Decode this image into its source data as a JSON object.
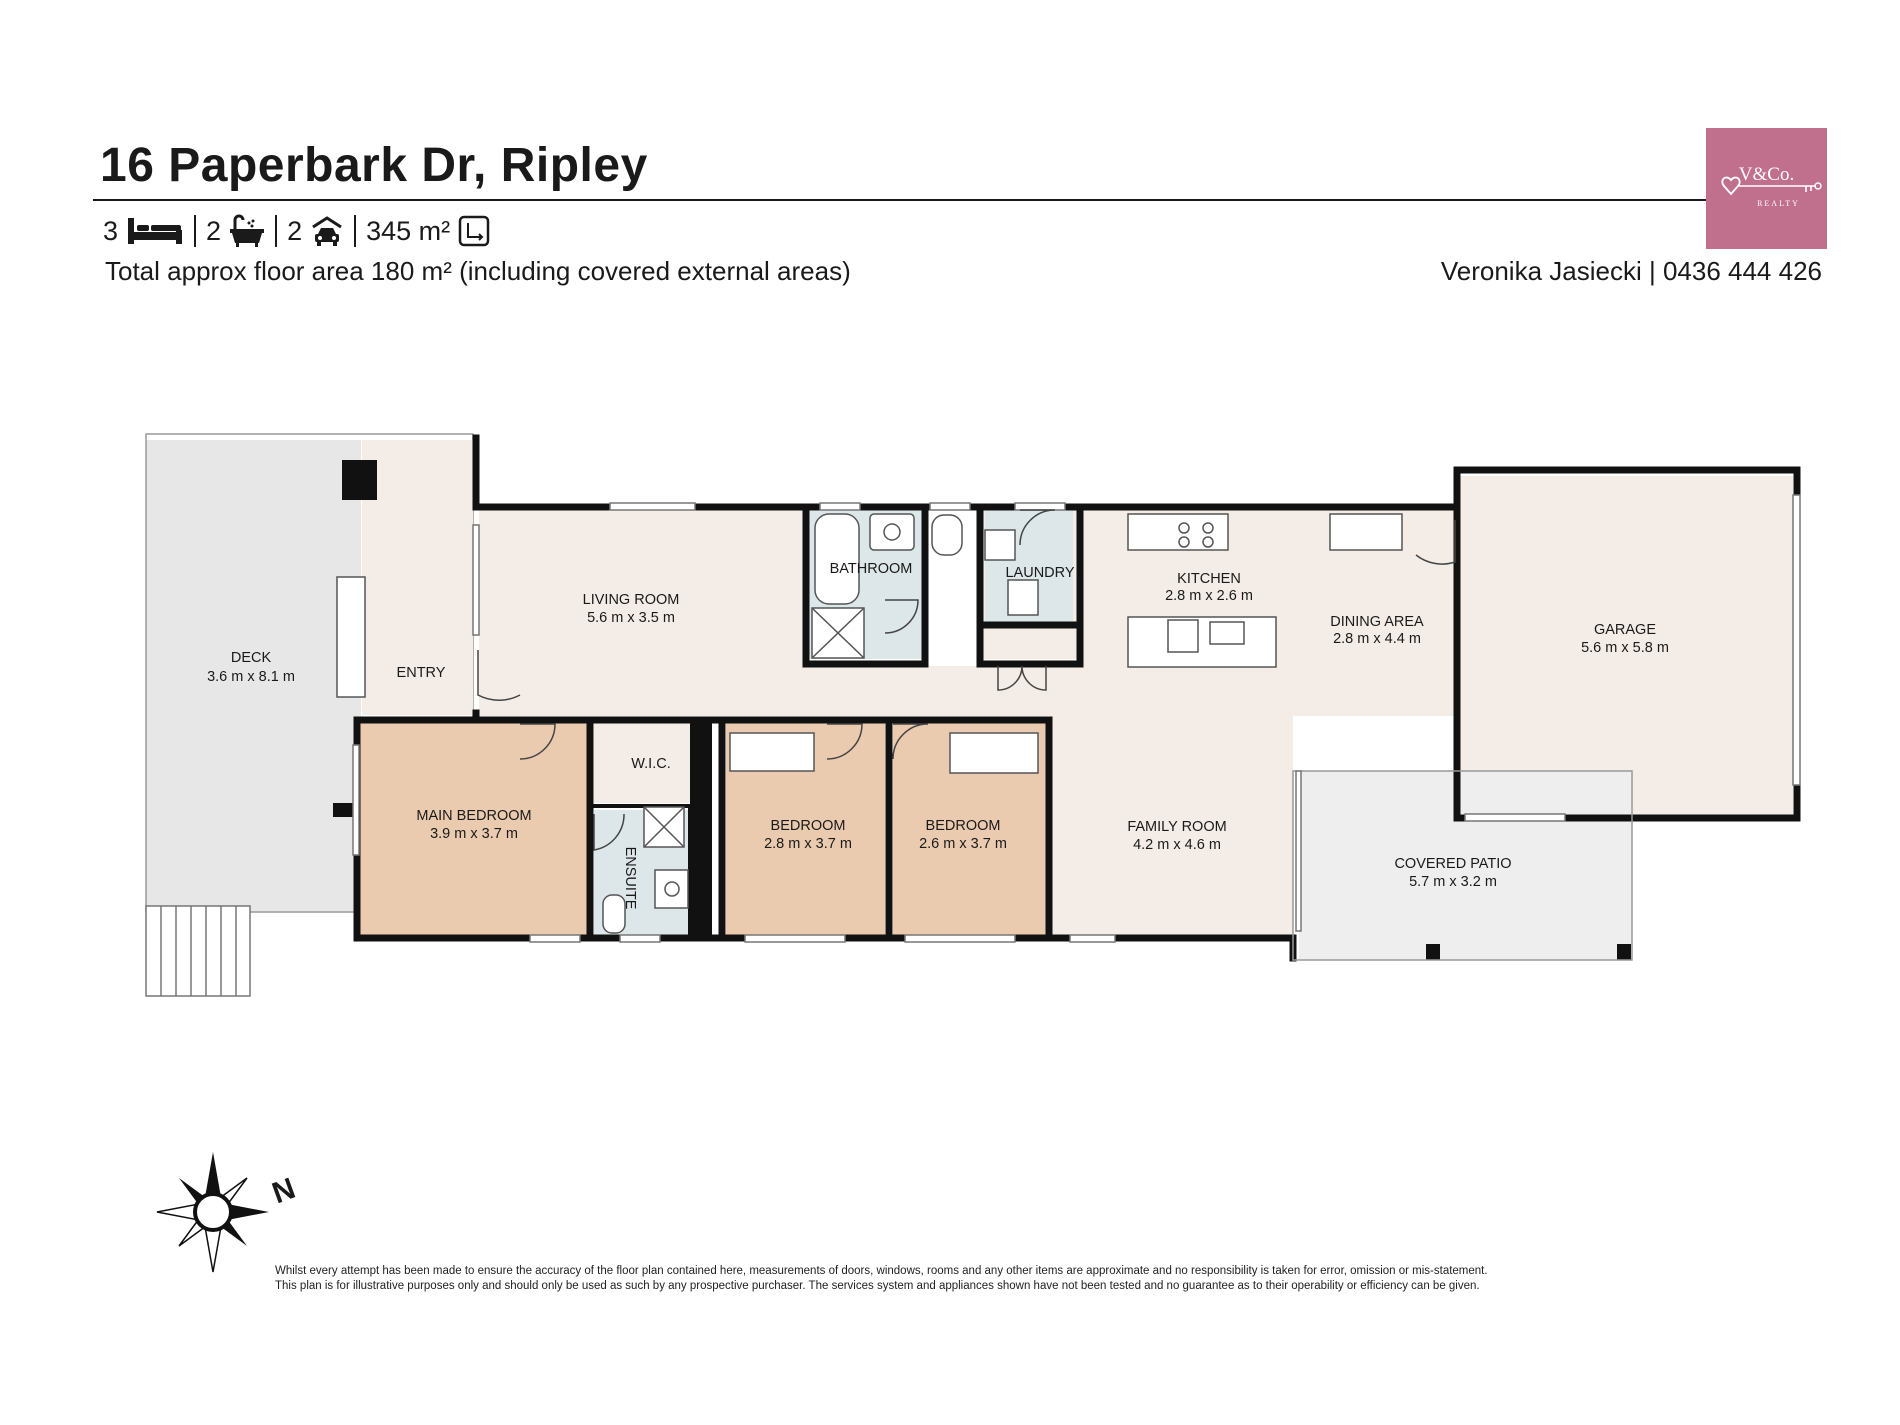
{
  "header": {
    "address": "16 Paperbark Dr, Ripley",
    "bedrooms": "3",
    "bathrooms": "2",
    "car_spaces": "2",
    "land_area": "345 m²",
    "floor_area_note": "Total approx floor area 180 m² (including covered external areas)",
    "agent": "Veronika Jasiecki | 0436 444 426"
  },
  "logo": {
    "text": "V&Co.",
    "subtext": "REALTY"
  },
  "icons": {
    "bed": "bed-icon",
    "bath": "bath-icon",
    "car": "car-icon",
    "land": "land-area-icon",
    "compass": "compass-icon"
  },
  "colors": {
    "wall": "#111111",
    "internal_floor": "#f3ece7",
    "bedroom_floor": "#ebcbb0",
    "wet_area_floor": "#dde6e8",
    "deck_floor": "#e7e7e7",
    "logo_bg": "#c0708c"
  },
  "rooms": {
    "deck": {
      "name": "DECK",
      "dims": "3.6 m x 8.1 m"
    },
    "entry": {
      "name": "ENTRY"
    },
    "living": {
      "name": "LIVING ROOM",
      "dims": "5.6 m x 3.5 m"
    },
    "bathroom": {
      "name": "BATHROOM"
    },
    "laundry": {
      "name": "LAUNDRY"
    },
    "kitchen": {
      "name": "KITCHEN",
      "dims": "2.8 m x 2.6 m"
    },
    "dining": {
      "name": "DINING AREA",
      "dims": "2.8 m x 4.4 m"
    },
    "garage": {
      "name": "GARAGE",
      "dims": "5.6 m x 5.8 m"
    },
    "main_bedroom": {
      "name": "MAIN BEDROOM",
      "dims": "3.9 m x 3.7 m"
    },
    "wic": {
      "name": "W.I.C."
    },
    "ensuite": {
      "name": "ENSUITE"
    },
    "bedroom2": {
      "name": "BEDROOM",
      "dims": "2.8 m x 3.7 m"
    },
    "bedroom3": {
      "name": "BEDROOM",
      "dims": "2.6 m x 3.7 m"
    },
    "family": {
      "name": "FAMILY ROOM",
      "dims": "4.2 m x 4.6 m"
    },
    "patio": {
      "name": "COVERED PATIO",
      "dims": "5.7 m x 3.2 m"
    }
  },
  "compass": {
    "north_letter": "N"
  },
  "disclaimer": {
    "line1": "Whilst every attempt has been made to ensure the accuracy of the floor plan contained here, measurements of doors, windows, rooms and any other items are approximate and no responsibility is taken for error, omission or mis-statement.",
    "line2": "This plan is for illustrative purposes only and should only be used as such by any prospective purchaser. The services system and appliances shown have not been tested and no guarantee as to their operability or efficiency can be given."
  }
}
